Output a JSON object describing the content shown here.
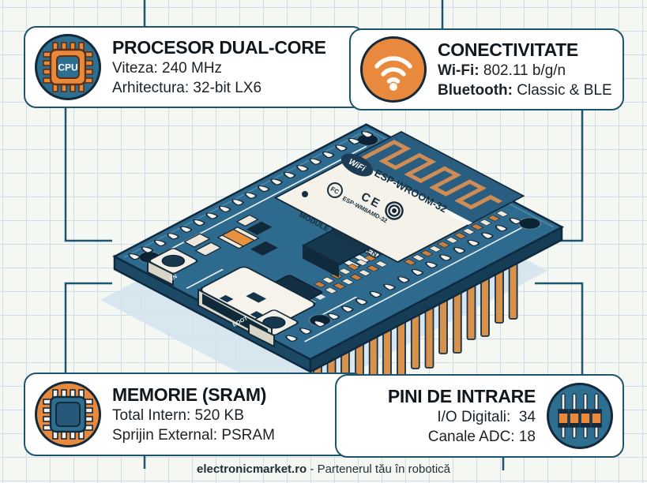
{
  "panels": {
    "processor": {
      "title": "PROCESOR DUAL-CORE",
      "lines": [
        {
          "label": "Viteza:",
          "value": " 240 MHz"
        },
        {
          "label": "Arhitectura:",
          "value": " 32-bit LX6"
        }
      ]
    },
    "connectivity": {
      "title": "CONECTIVITATE",
      "lines": [
        {
          "label": "Wi-Fi:",
          "value": " 802.11 b/g/n"
        },
        {
          "label": "Bluetooth:",
          "value": " Classic & BLE"
        }
      ]
    },
    "memory": {
      "title": "MEMORIE (SRAM)",
      "lines": [
        {
          "label": "Total Intern:",
          "value": " 520 KB"
        },
        {
          "label": "Sprijin External:",
          "value": " PSRAM"
        }
      ]
    },
    "pins": {
      "title": "PINI DE INTRARE",
      "lines": [
        {
          "label": "I/O Digitali:",
          "value": "  34"
        },
        {
          "label": "Canale ADC:",
          "value": " 18"
        }
      ]
    }
  },
  "icons": {
    "cpu_text": "CPU"
  },
  "board": {
    "wifi_logo": "WiFi",
    "module_name": "ESP-WROOM-32",
    "fcc_mark": "FC",
    "reg_code": "ESP-WM8AMD-32",
    "ce_mark": "CE",
    "module_type": "MODULE DEVELOPMENT",
    "button_en": "EN",
    "button_boot": "BOOT"
  },
  "footer": {
    "brand": "electronicmarket.ro",
    "separator": " - ",
    "tagline": "Partenerul tău în robotică"
  },
  "colors": {
    "accent_orange": "#e8893e",
    "teal_dark": "#1d546e",
    "board_blue": "#2d6a8e",
    "board_side": "#1c4a66",
    "grid_blue": "#cfdde9",
    "module_cream": "#f5f2ea",
    "pin_copper": "#d9924c",
    "antenna_copper": "#cf8d55",
    "shadow_blue": "#d5e3ee"
  }
}
